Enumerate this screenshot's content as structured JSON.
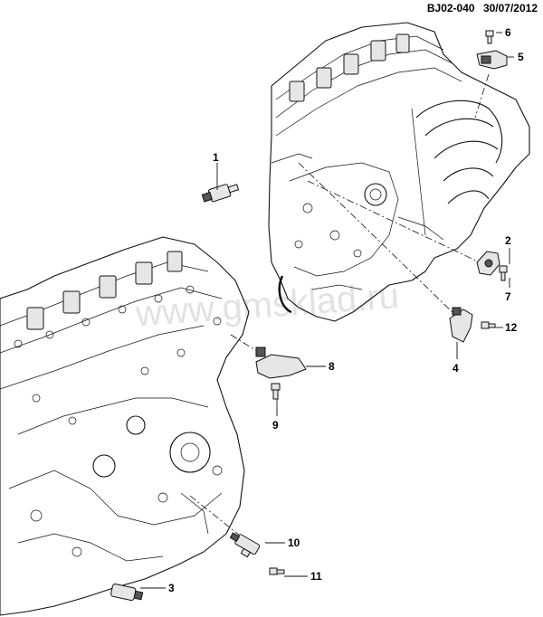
{
  "header": {
    "code": "BJ02-040",
    "date": "30/07/2012"
  },
  "watermark": "www.gmsklad.ru",
  "callouts": {
    "c1": "1",
    "c2": "2",
    "c3": "3",
    "c4": "4",
    "c5": "5",
    "c6": "6",
    "c7": "7",
    "c8": "8",
    "c9": "9",
    "c10": "10",
    "c11": "11",
    "c12": "12"
  }
}
